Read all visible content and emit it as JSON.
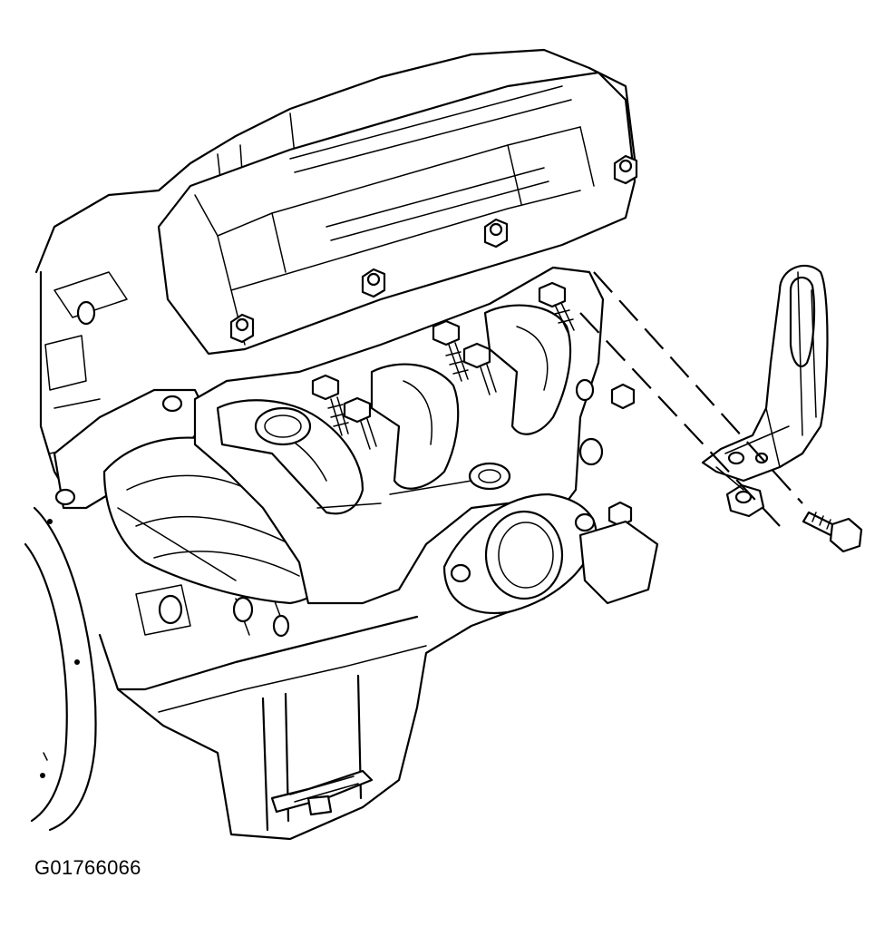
{
  "figure": {
    "id_label": "G01766066"
  },
  "parts": {
    "engine_block": "engine-block",
    "valve_cover": "valve-cover",
    "exhaust_manifold": "exhaust-manifold",
    "manifold_studs": "manifold-studs",
    "exhaust_flange": "exhaust-pipe-flange",
    "flywheel": "flywheel",
    "heat_shield": "heat-shield",
    "bracket": "lift-bracket",
    "nut": "bracket-nut",
    "bolt": "bracket-bolt",
    "leader_lines": "assembly-leader-lines"
  },
  "colors": {
    "ink": "#000000",
    "paper": "#ffffff"
  }
}
